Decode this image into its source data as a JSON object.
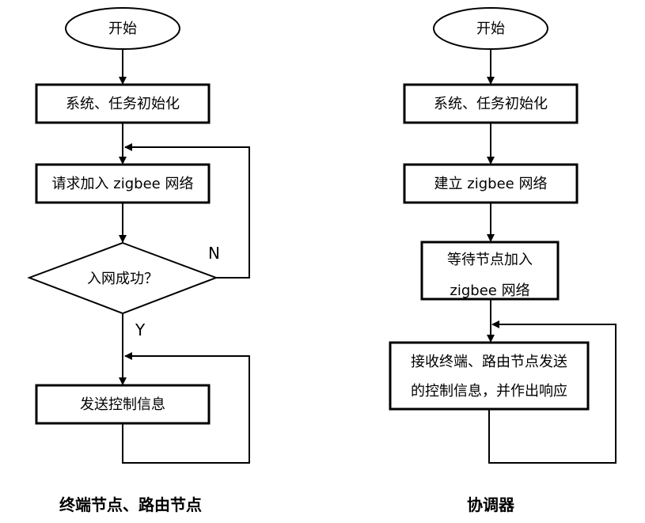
{
  "left_flow": {
    "start": "开始",
    "init": "系统、任务初始化",
    "join": "请求加入 zigbee 网络",
    "decision": "入网成功？",
    "no_label": "N",
    "yes_label": "Y",
    "send": "发送控制信息",
    "caption": "终端节点、路由节点"
  },
  "right_flow": {
    "start": "开始",
    "init": "系统、任务初始化",
    "build": "建立 zigbee 网络",
    "wait_line1": "等待节点加入",
    "wait_line2": "zigbee 网络",
    "recv_line1": "接收终端、路由节点发送",
    "recv_line2": "的控制信息，并作出响应",
    "caption": "协调器"
  }
}
